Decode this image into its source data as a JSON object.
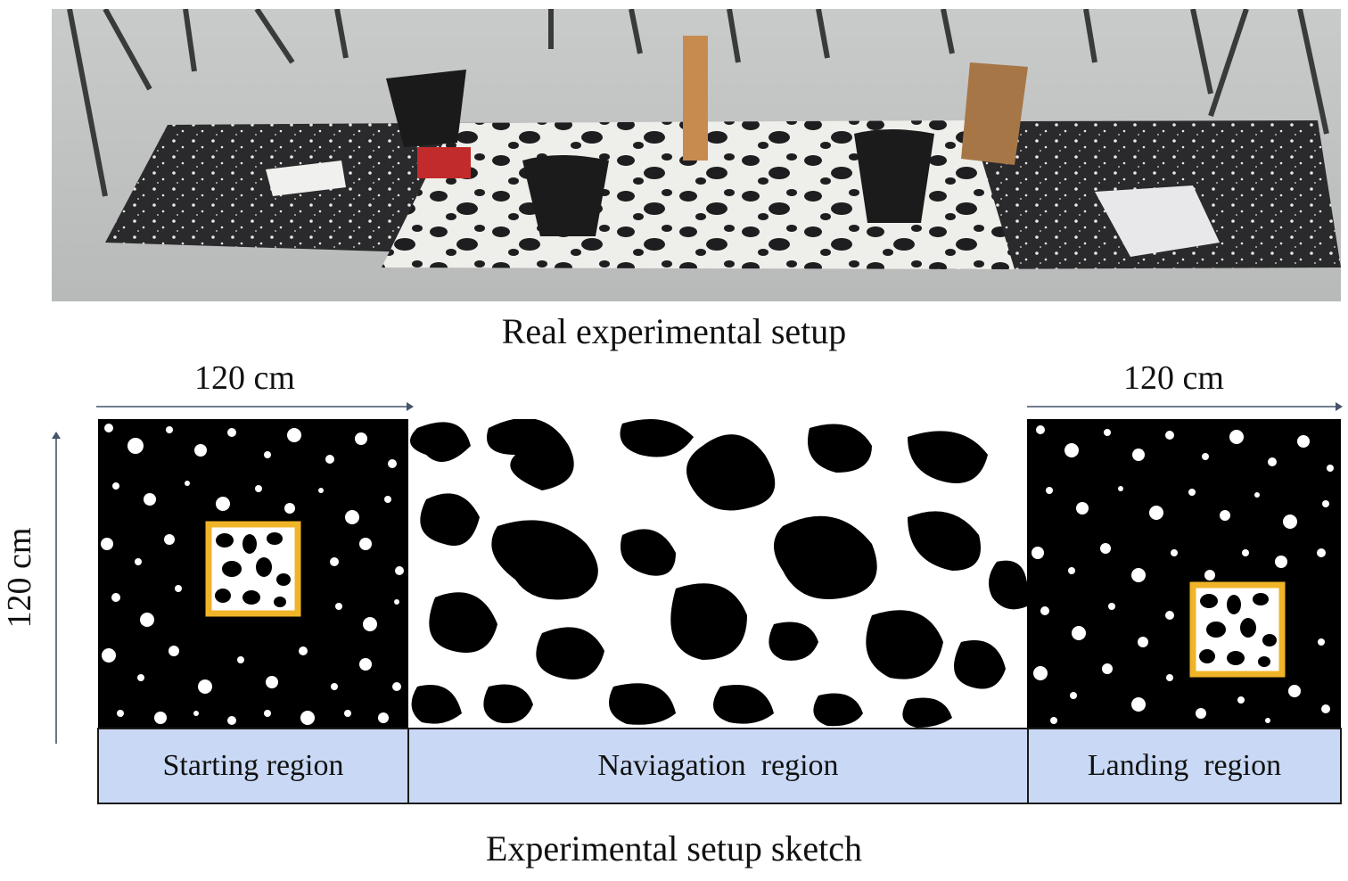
{
  "captions": {
    "photo": "Real experimental setup",
    "sketch": "Experimental setup sketch"
  },
  "dimensions": {
    "left_width": "120 cm",
    "right_width": "120 cm",
    "height": "120 cm"
  },
  "regions": [
    {
      "label": "Starting region"
    },
    {
      "label": "Naviagation  region"
    },
    {
      "label": "Landing  region"
    }
  ],
  "colors": {
    "marker_frame": "#f0b429",
    "label_fill": "#c9d9f5",
    "arrow": "#44546a"
  }
}
